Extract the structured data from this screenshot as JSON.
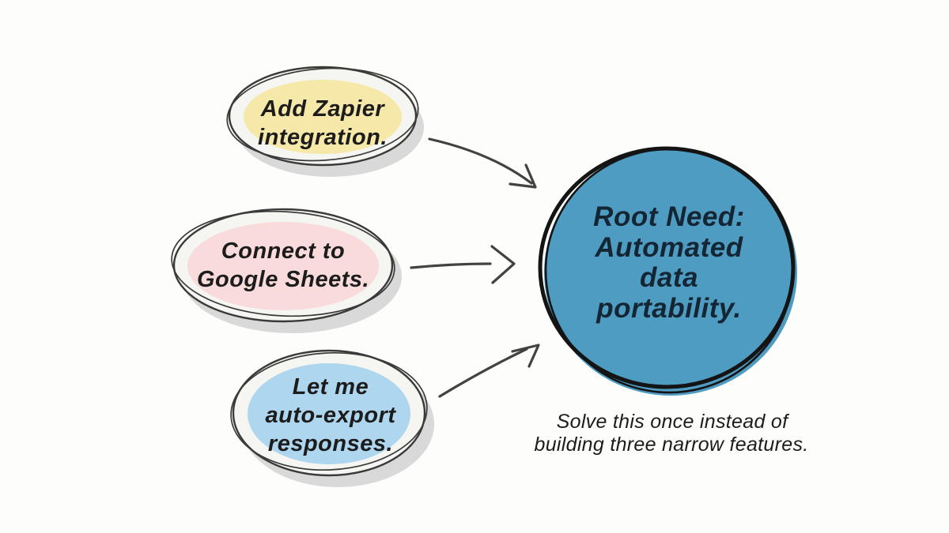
{
  "diagram_title": "Root need consolidation diagram",
  "bubbles": [
    {
      "name": "add-zapier-integration",
      "lines": [
        "Add Zapier",
        "integration."
      ],
      "fill": "#f6e8a8"
    },
    {
      "name": "connect-google-sheets",
      "lines": [
        "Connect to",
        "Google Sheets."
      ],
      "fill": "#f8dbda"
    },
    {
      "name": "auto-export-responses",
      "lines": [
        "Let me",
        "auto-export",
        "responses."
      ],
      "fill": "#aed6ef"
    }
  ],
  "root_node": {
    "lines": [
      "Root Need:",
      "Automated",
      "data",
      "portability."
    ],
    "fill": "#4f9cc2",
    "text_color": "#142633"
  },
  "caption": {
    "lines": [
      "Solve this once instead of",
      "building three narrow features."
    ]
  },
  "colors": {
    "background": "#fdfdfb",
    "bubble_outline": "#3a3a3a",
    "bubble_ring": "#f5f5f1",
    "shadow": "#d9d9d9",
    "circle_outline": "#141414",
    "arrow": "#424242",
    "text": "#1c1c1c"
  }
}
